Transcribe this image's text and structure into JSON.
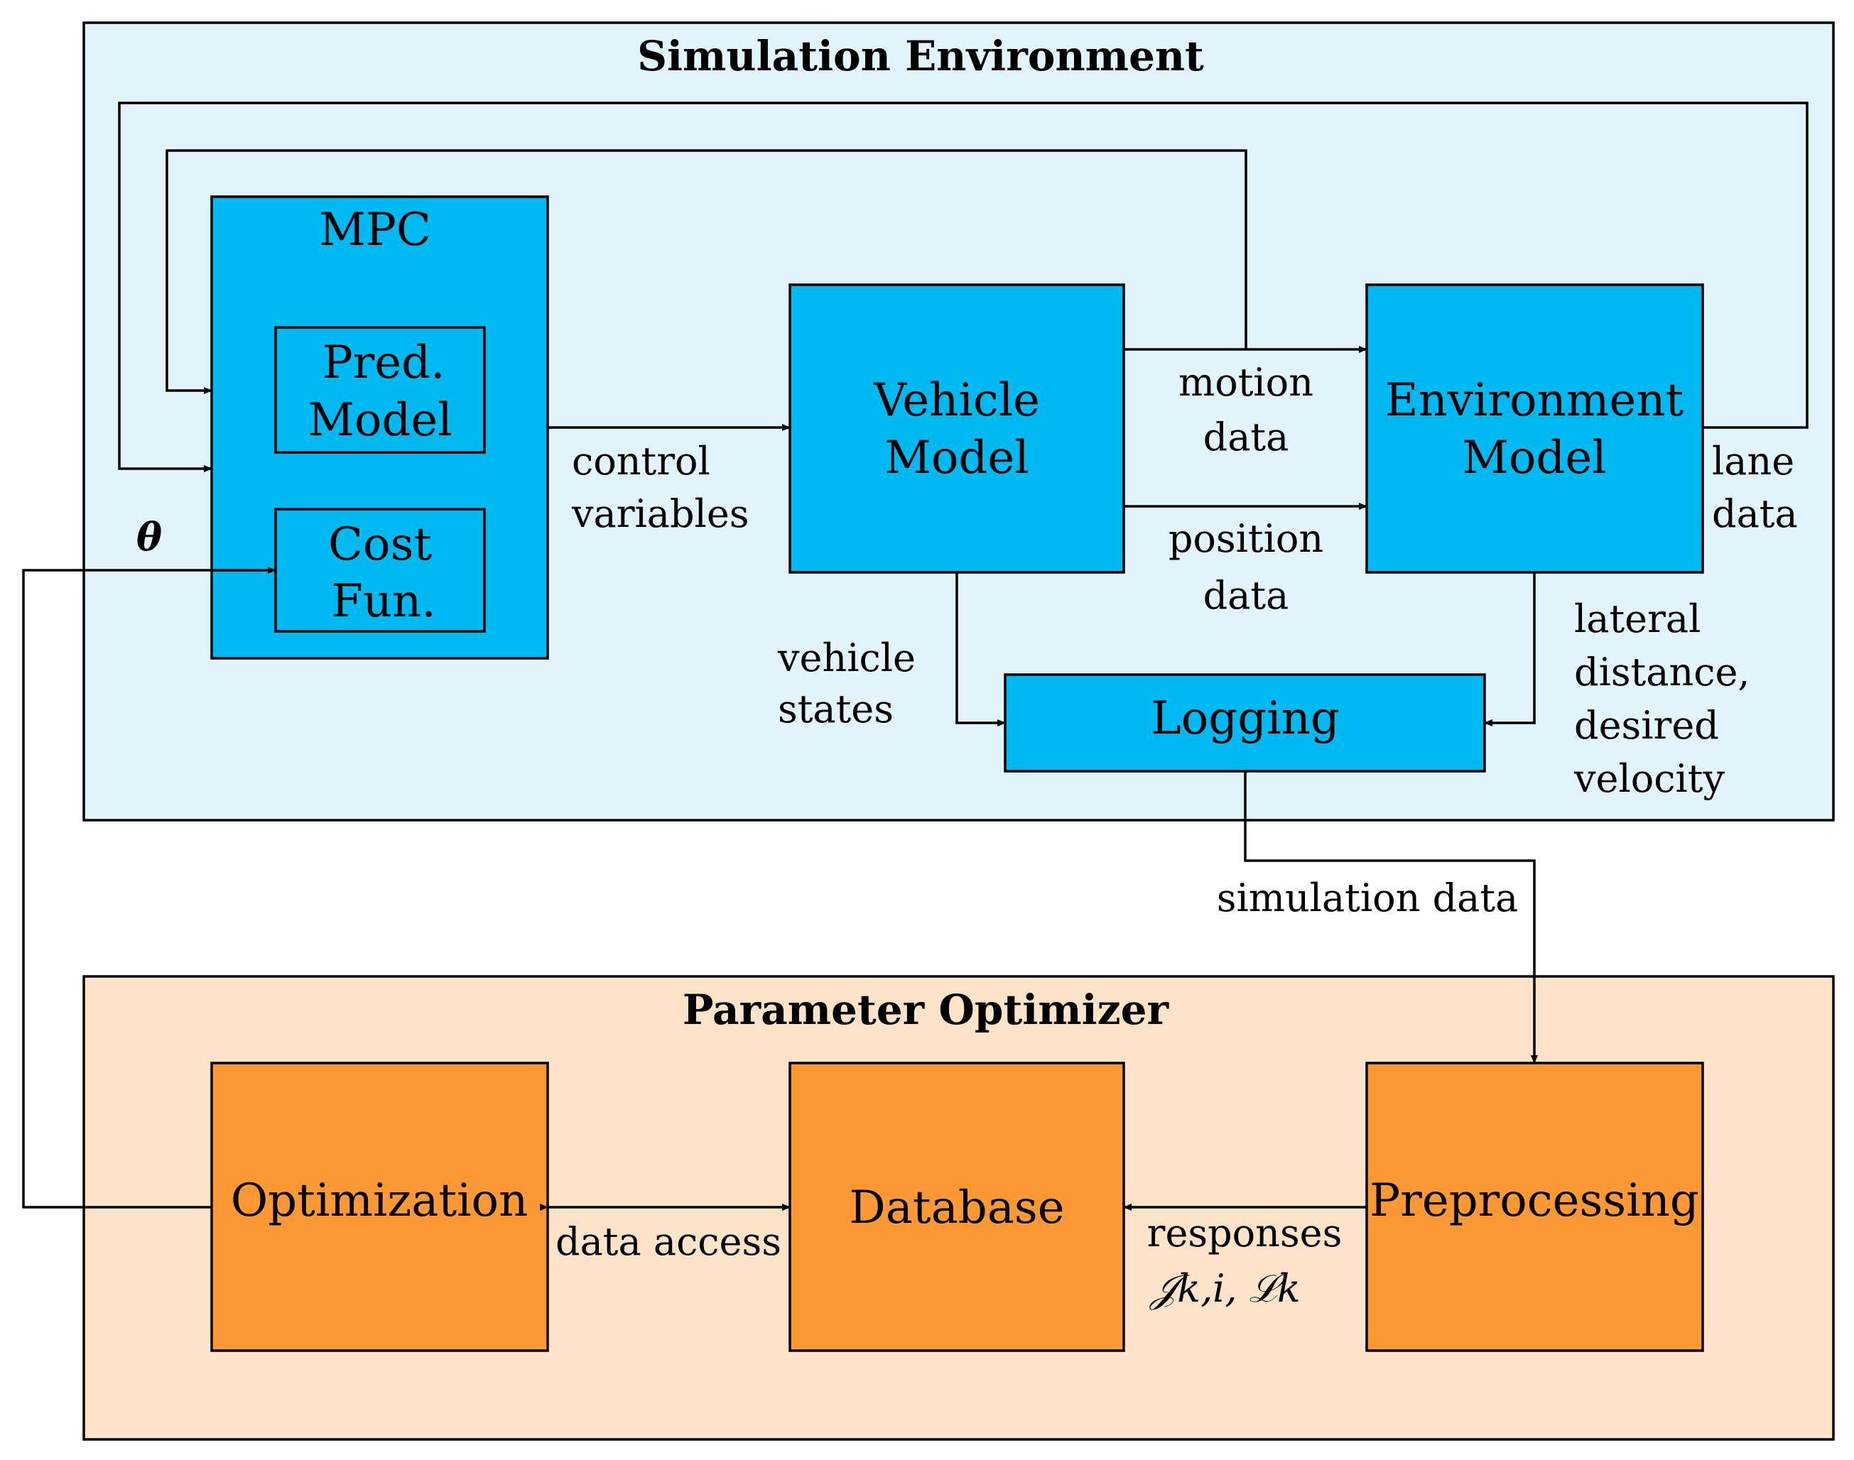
{
  "colors": {
    "simulation_region": "#e1f3fb",
    "simulation_block": "#00b9f1",
    "optimizer_region": "#fde4c9",
    "optimizer_block": "#fd9935"
  },
  "simulation": {
    "title": "Simulation Environment",
    "mpc": {
      "label": "MPC",
      "pred_model": [
        "Pred.",
        "Model"
      ],
      "cost_fun": [
        "Cost",
        "Fun."
      ]
    },
    "vehicle_model": [
      "Vehicle",
      "Model"
    ],
    "environment_model": [
      "Environment",
      "Model"
    ],
    "logging": "Logging",
    "edges": {
      "control_variables": [
        "control",
        "variables"
      ],
      "motion_data": [
        "motion",
        "data"
      ],
      "position_data": [
        "position",
        "data"
      ],
      "lane_data": [
        "lane",
        "data"
      ],
      "vehicle_states": [
        "vehicle",
        "states"
      ],
      "lateral": [
        "lateral",
        "distance,",
        "desired",
        "velocity"
      ],
      "theta": "θ"
    }
  },
  "link": {
    "simulation_data": "simulation data"
  },
  "optimizer": {
    "title": "Parameter Optimizer",
    "optimization": "Optimization",
    "database": "Database",
    "preprocessing": "Preprocessing",
    "edges": {
      "data_access": "data access",
      "responses": "responses",
      "responses_math": "𝒥k,i, ℒk"
    }
  }
}
